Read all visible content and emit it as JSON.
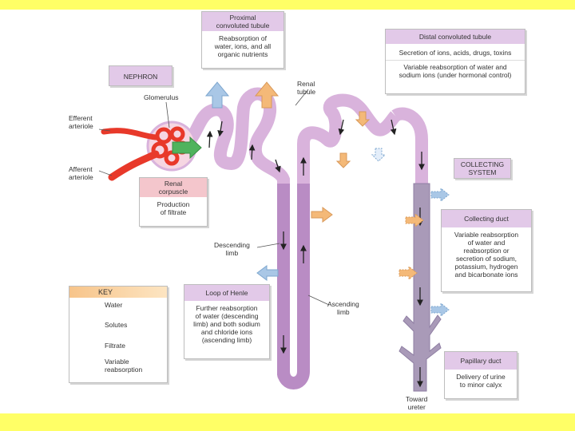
{
  "labels": {
    "nephron": "NEPHRON",
    "glomerulus": "Glomerulus",
    "efferent": "Efferent\narteriole",
    "afferent": "Afferent\narteriole",
    "renal_tubule": "Renal\ntubule",
    "descending": "Descending\nlimb",
    "ascending": "Ascending\nlimb",
    "collecting_system": "COLLECTING\nSYSTEM",
    "toward_ureter": "Toward\nureter"
  },
  "boxes": {
    "pct": {
      "title": "Proximal\nconvoluted tubule",
      "body": "Reabsorption of\nwater, ions, and all\norganic nutrients"
    },
    "dct": {
      "title": "Distal convoluted tubule",
      "body1": "Secretion of ions, acids, drugs, toxins",
      "body2": "Variable reabsorption of water and\nsodium ions (under hormonal control)"
    },
    "renal_corpuscle": {
      "title": "Renal\ncorpuscle",
      "body": "Production\nof filtrate"
    },
    "loop": {
      "title": "Loop of Henle",
      "body": "Further reabsorption\nof water (descending\nlimb) and both sodium\nand chloride ions\n(ascending limb)"
    },
    "collecting_duct": {
      "title": "Collecting duct",
      "body": "Variable reabsorption\nof water and\nreabsorption or\nsecretion of sodium,\npotassium, hydrogen\nand bicarbonate ions"
    },
    "papillary": {
      "title": "Papillary duct",
      "body": "Delivery of urine\nto minor calyx"
    }
  },
  "key": {
    "title": "KEY",
    "water": "Water",
    "solutes": "Solutes",
    "filtrate": "Filtrate",
    "variable": "Variable\nreabsorption"
  },
  "colors": {
    "band": "#ffff66",
    "tubule": "#d9b3dc",
    "tubule_dark": "#b98cc4",
    "duct": "#a99ab8",
    "water": "#a9c7e6",
    "solutes": "#f4b978",
    "filtrate": "#4fb35d",
    "vessel": "#e8392a",
    "box_head": "#e2c9e8",
    "corpuscle_head": "#f4c6cc"
  }
}
